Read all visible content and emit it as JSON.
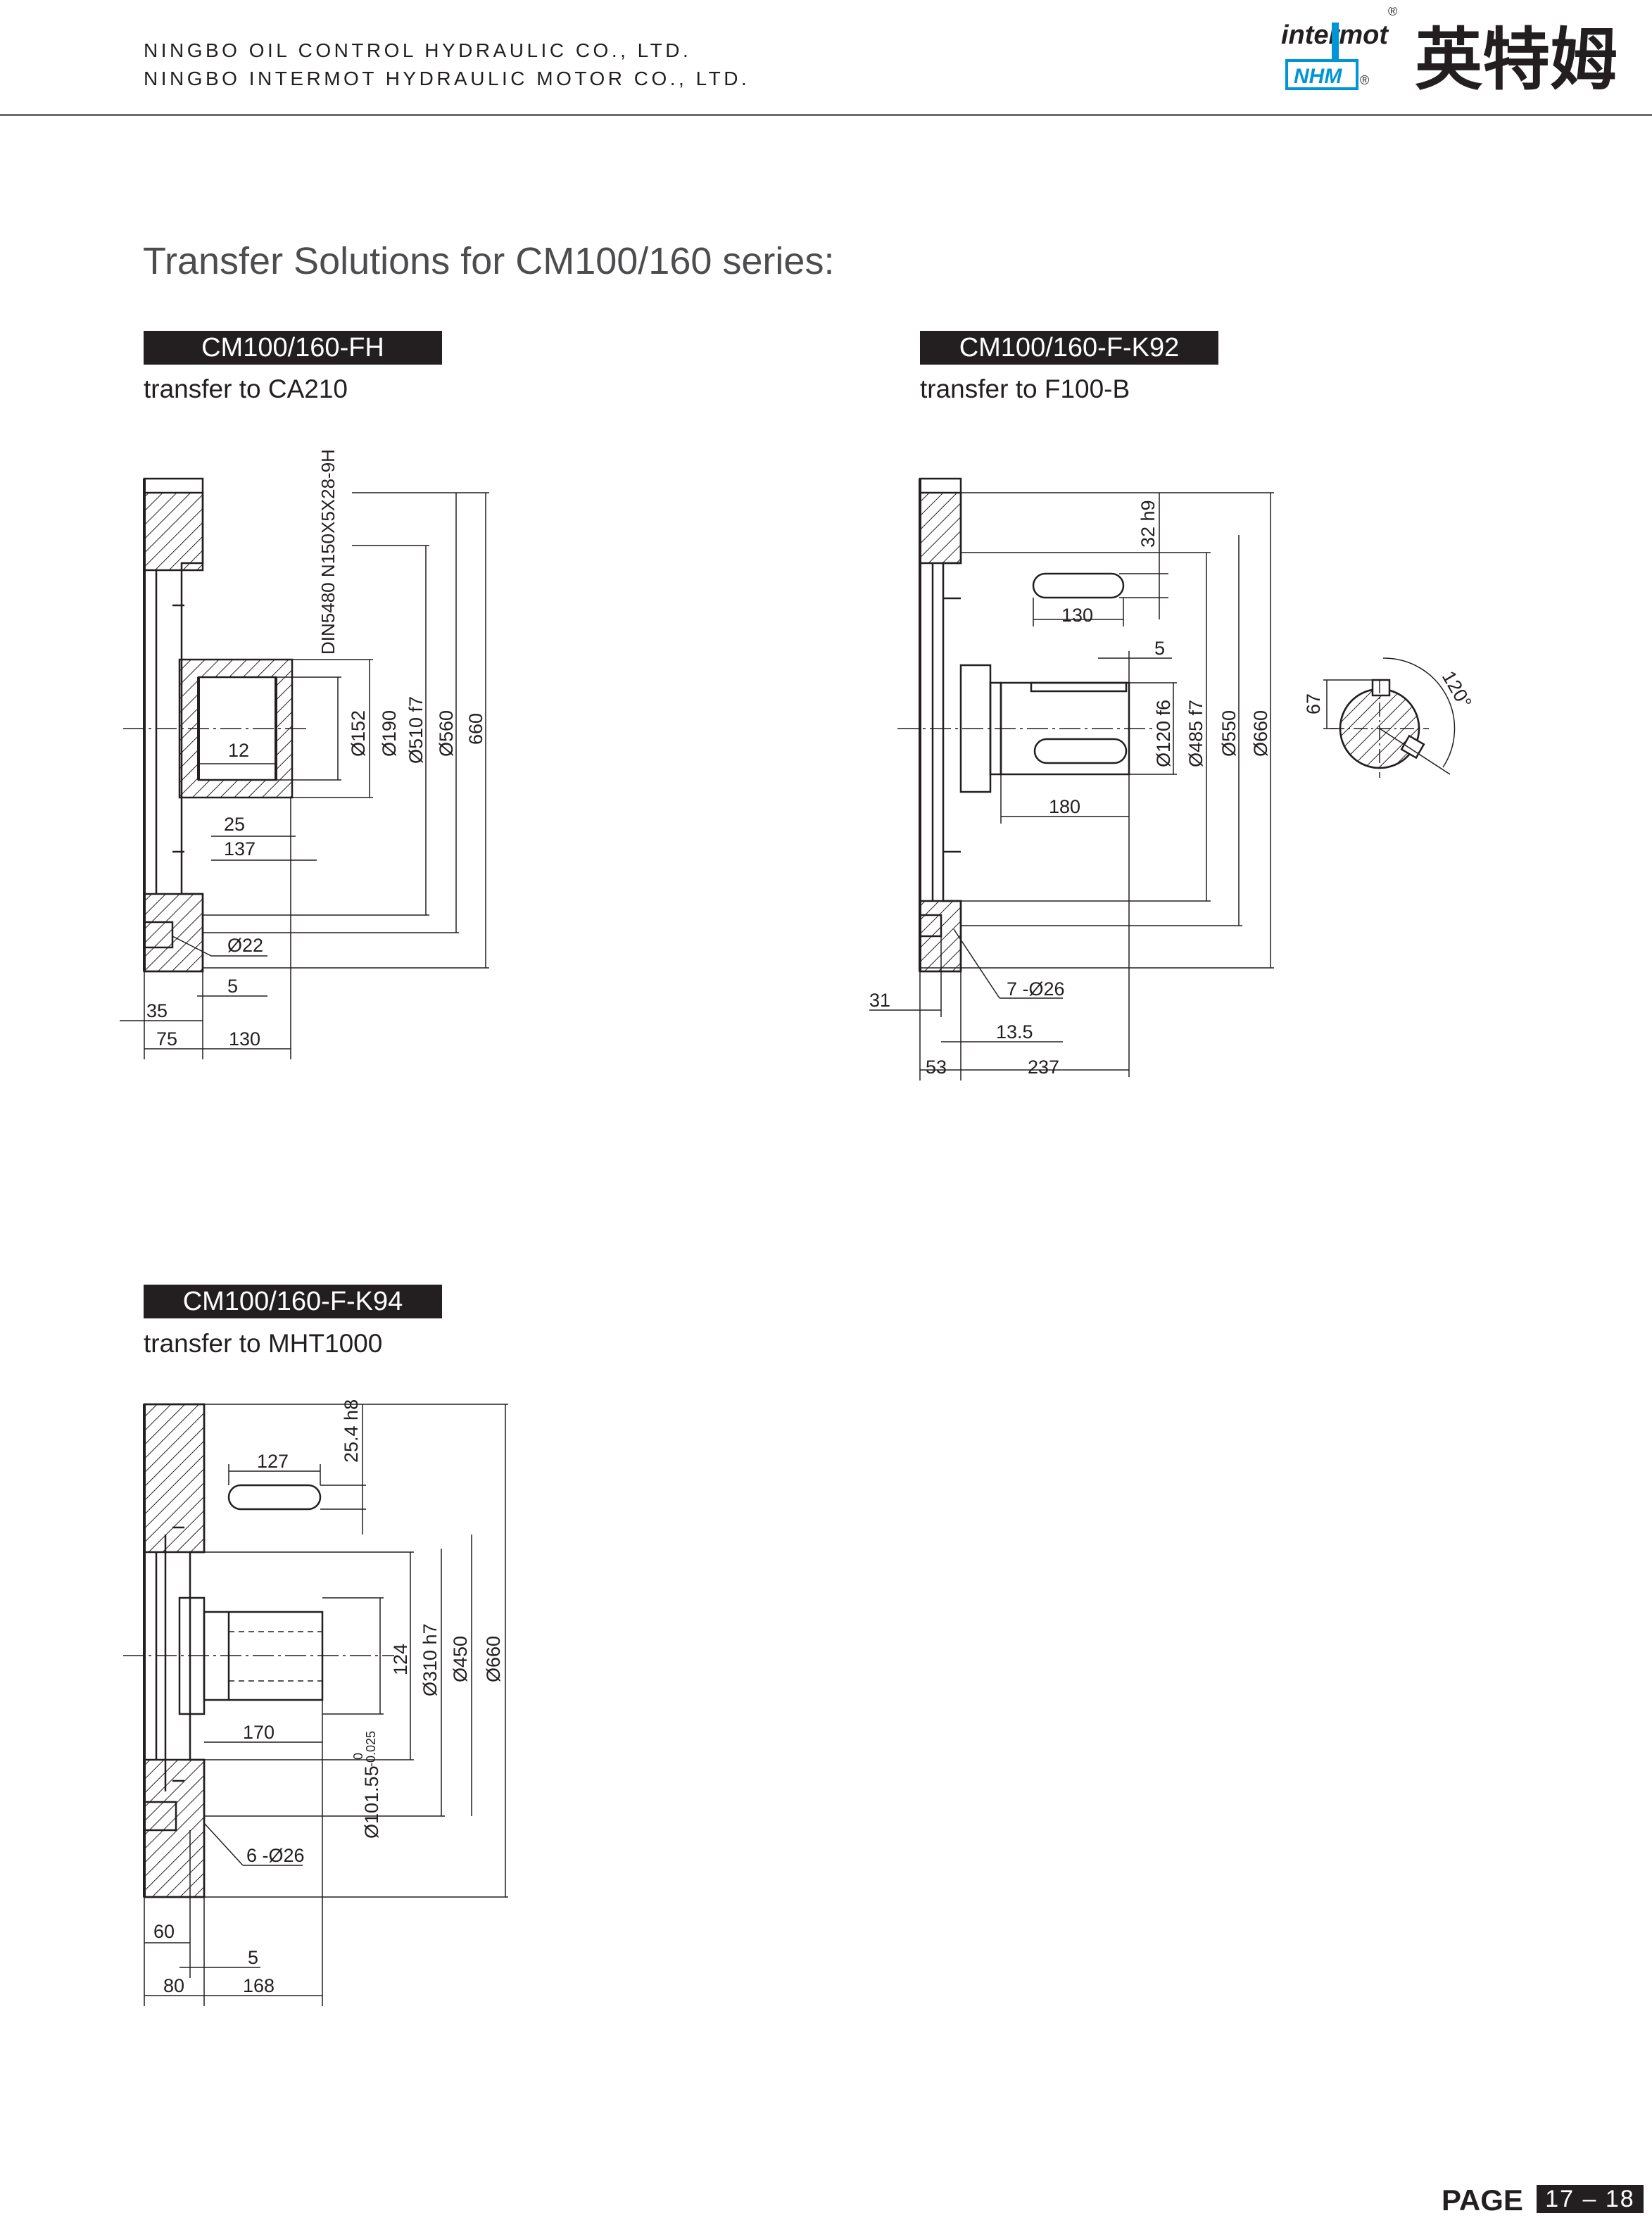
{
  "header": {
    "company_line1": "NINGBO OIL CONTROL HYDRAULIC CO., LTD.",
    "company_line2": "NINGBO INTERMOT HYDRAULIC MOTOR CO., LTD.",
    "logo_text": "intermot",
    "logo_sub": "NHM",
    "logo_cn": "英特姆",
    "registered": "®"
  },
  "title": "Transfer Solutions for CM100/160 series:",
  "sections": [
    {
      "badge": "CM100/160-FH",
      "subtitle": "transfer to CA210",
      "dims": {
        "spline": "DIN5480 N150X5X28-9H",
        "d152": "Ø152",
        "d190": "Ø190",
        "d510": "Ø510 f7",
        "d560": "Ø560",
        "d660": "660",
        "n12": "12",
        "n25": "25",
        "n137": "137",
        "d22": "Ø22",
        "n5": "5",
        "n35": "35",
        "n75": "75",
        "n130": "130"
      }
    },
    {
      "badge": "CM100/160-F-K92",
      "subtitle": "transfer to F100-B",
      "dims": {
        "n32": "32 h9",
        "n130": "130",
        "n5": "5",
        "n180": "180",
        "d120": "Ø120 f6",
        "d485": "Ø485 f7",
        "d550": "Ø550",
        "d660": "Ø660",
        "holes": "7 -Ø26",
        "n31": "31",
        "n135": "13.5",
        "n53": "53",
        "n237": "237",
        "n67": "67",
        "angle": "120°"
      }
    },
    {
      "badge": "CM100/160-F-K94",
      "subtitle": "transfer to MHT1000",
      "dims": {
        "n254": "25.4 h8",
        "n127": "127",
        "n124": "124",
        "d310": "Ø310 h7",
        "d450": "Ø450",
        "d660": "Ø660",
        "n170": "170",
        "d101": "Ø101.55",
        "tol_up": "0",
        "tol_lo": "-0.025",
        "holes": "6 -Ø26",
        "n60": "60",
        "n5": "5",
        "n80": "80",
        "n168": "168"
      }
    }
  ],
  "footer": {
    "page_label": "PAGE",
    "page_number": "17 – 18"
  }
}
